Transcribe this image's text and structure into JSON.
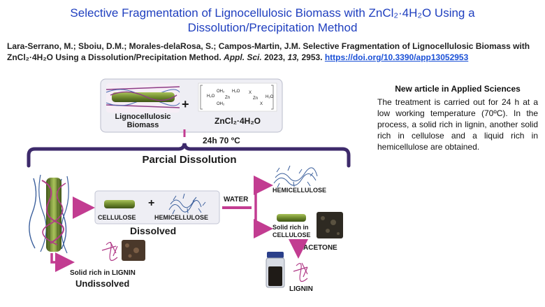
{
  "title_line1": "Selective Fragmentation of Lignocellulosic Biomass with ZnCl₂·4H₂O Using a",
  "title_line2": "Dissolution/Precipitation Method",
  "citation": {
    "authors": "Lara-Serrano, M.; Sboiu, D.M.; Morales-delaRosa, S.; Campos-Martin, J.M. Selective Fragmentation of Lignocellulosic Biomass with ZnCl₂·4H₂O Using a Dissolution/Precipitation Method.",
    "journal": "Appl. Sci.",
    "year": "2023,",
    "volume": "13,",
    "pages": "2953.",
    "doi": "https://doi.org/10.3390/app13052953"
  },
  "sidebar": {
    "heading": "New article in Applied Sciences",
    "body": "The treatment is carried out for 24 h at a low working temperature (70ºC). In the process, a solid rich in lignin, another solid rich in cellulose and a liquid rich in hemicellulose are obtained."
  },
  "diagram": {
    "biomass_label_1": "Lignocellulosic",
    "biomass_label_2": "Biomass",
    "plus": "+",
    "zncl_label": "ZnCl₂·4H₂O",
    "mol_h2o": "H₂O",
    "mol_zn": "Zn",
    "mol_x": "X",
    "mol_oh2": "OH₂",
    "conditions": "24h 70 ºC",
    "partial_dissolution": "Parcial Dissolution",
    "cellulose": "CELLULOSE",
    "hemicellulose": "HEMICELLULOSE",
    "dissolved": "Dissolved",
    "water": "WATER",
    "hemicellulose_out": "HEMICELLULOSE",
    "solid_cellulose_1": "Solid rich in",
    "solid_cellulose_2": "CELLULOSE",
    "acetone": "ACETONE",
    "lignin": "LIGNIN",
    "solid_lignin": "Solid rich in LIGNIN",
    "undissolved": "Undissolved"
  },
  "colors": {
    "title": "#1f3fbf",
    "doi_link": "#1a50d6",
    "arrow": "#c23c91",
    "bracket": "#3d2a6b",
    "fiber_green": "#6f8a2e",
    "hemi_blue": "#3b5f9c",
    "lignin_magenta": "#b03a87"
  }
}
